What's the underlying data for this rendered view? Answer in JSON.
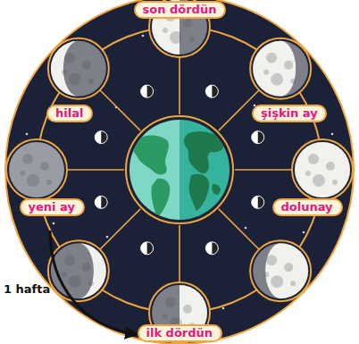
{
  "diagram": {
    "nodes": [
      {
        "text": [
          "son dördün"
        ]
      },
      {
        "text": [
          "hilal"
        ]
      },
      {
        "text": [
          "şişkin ay"
        ]
      },
      {
        "text": [
          "yeni ay"
        ]
      },
      {
        "text": [
          "dolunay"
        ]
      },
      {
        "text": [
          "ilk dördün"
        ]
      }
    ],
    "labels": [
      "1 hafta"
    ]
  }
}
